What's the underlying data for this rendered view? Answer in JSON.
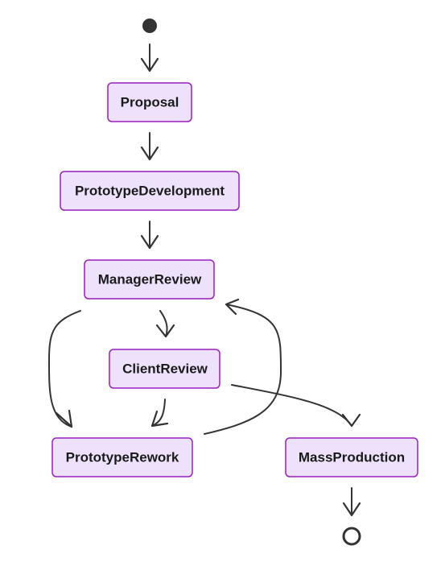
{
  "states": {
    "proposal": "Proposal",
    "prototype_development": "PrototypeDevelopment",
    "manager_review": "ManagerReview",
    "client_review": "ClientReview",
    "prototype_rework": "PrototypeRework",
    "mass_production": "MassProduction"
  },
  "colors": {
    "node_fill": "#ede1fb",
    "node_border": "#9a1fc1",
    "edge": "#333333",
    "start_dot": "#333333"
  }
}
